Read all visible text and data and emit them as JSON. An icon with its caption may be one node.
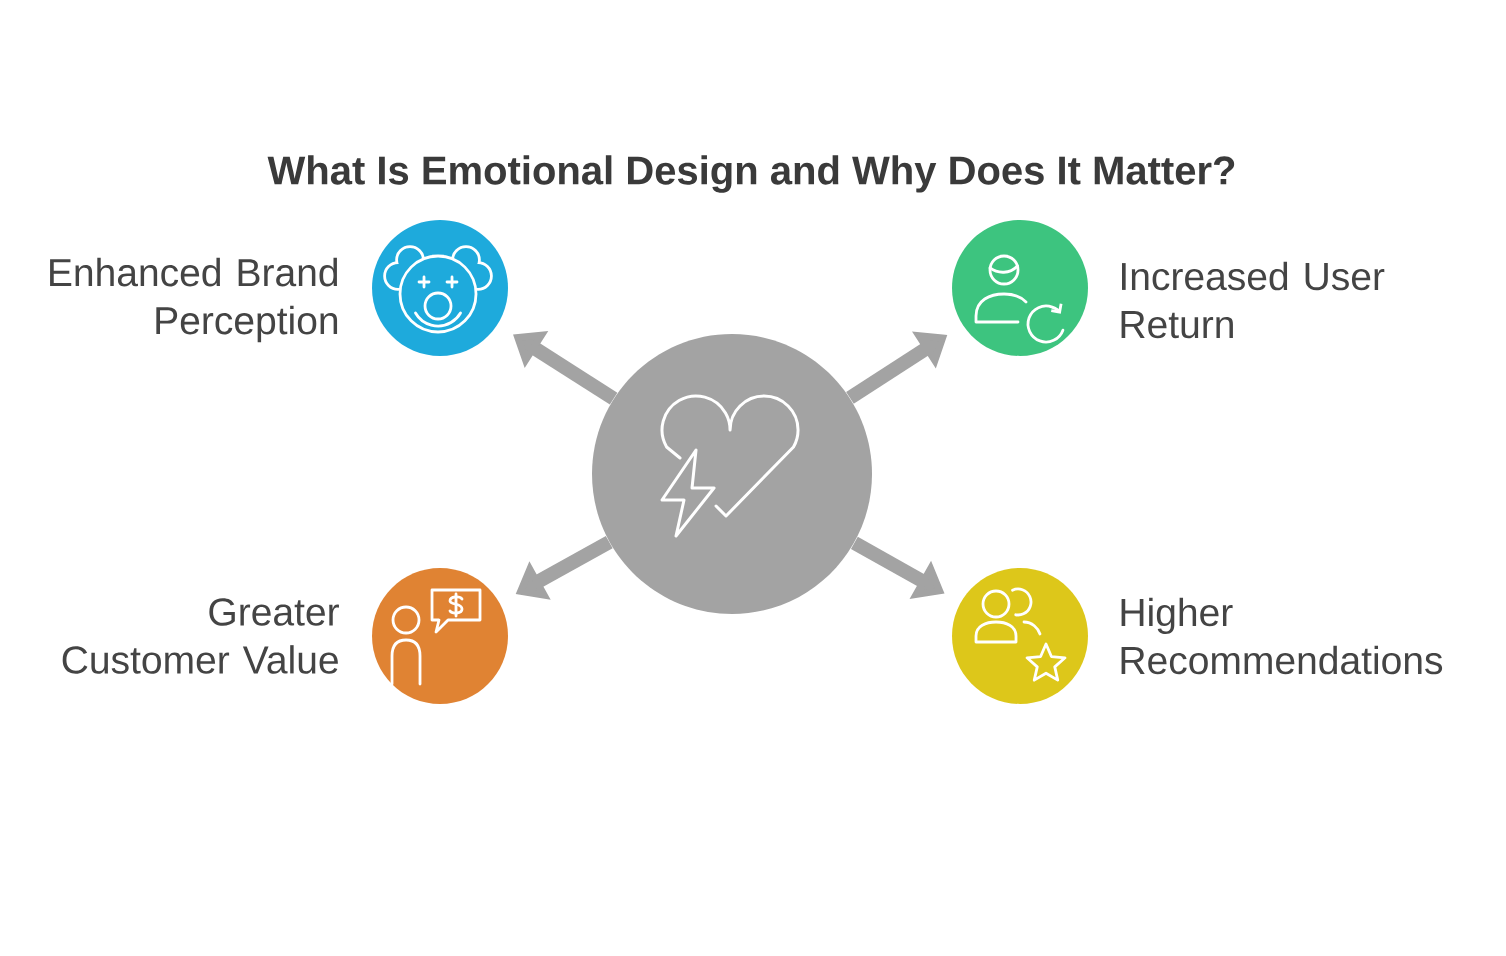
{
  "diagram": {
    "title": "What Is Emotional Design and Why Does It Matter?",
    "nodes": [
      {
        "text": [],
        "shape": "circle",
        "beside": [
          "Enhanced Brand Perception"
        ]
      },
      {
        "text": [],
        "shape": "circle",
        "beside": [
          "Increased User Return"
        ]
      },
      {
        "text": [],
        "shape": "circle"
      },
      {
        "text": [],
        "shape": "circle",
        "beside": [
          "Greater Customer Value"
        ]
      },
      {
        "text": [],
        "shape": "circle",
        "beside": [
          "Higher Recommendations"
        ]
      }
    ],
    "edges": [
      {
        "from": 2,
        "to": 0,
        "arrow": "to"
      },
      {
        "from": 2,
        "to": 1,
        "arrow": "to"
      },
      {
        "from": 2,
        "to": 3,
        "arrow": "to"
      },
      {
        "from": 2,
        "to": 4,
        "arrow": "to"
      }
    ]
  }
}
